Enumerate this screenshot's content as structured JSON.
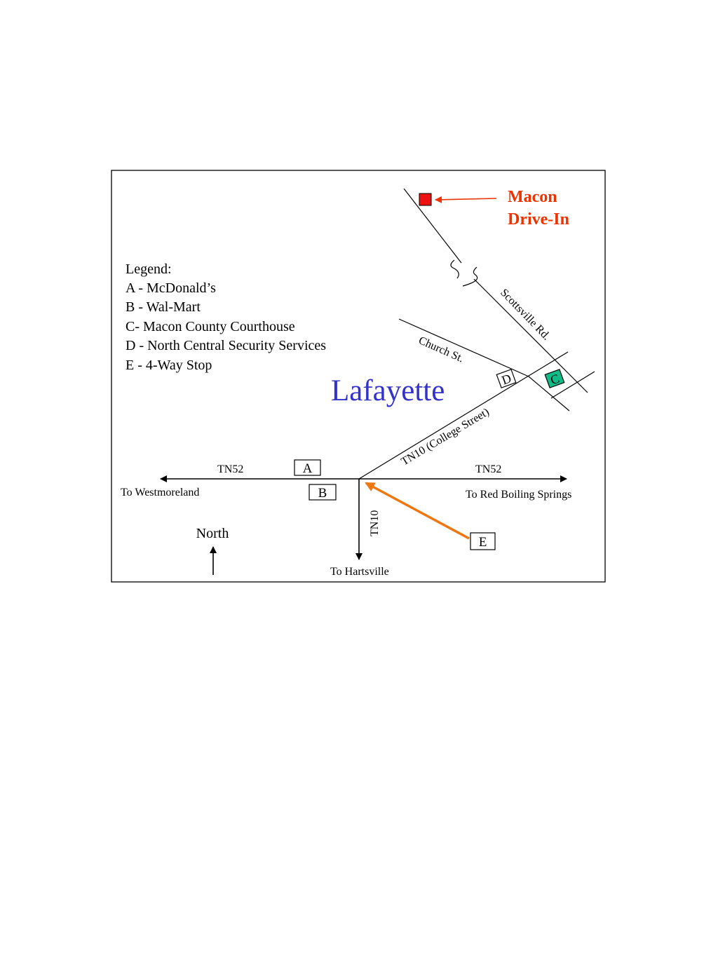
{
  "legend": {
    "heading": "Legend:",
    "items": [
      "A - McDonald’s",
      "B - Wal-Mart",
      "C- Macon County Courthouse",
      "D - North Central Security Services",
      "E - 4-Way Stop"
    ]
  },
  "town": "Lafayette",
  "destination": {
    "line1": "Macon",
    "line2": "Drive-In"
  },
  "roads": {
    "tn52_west": "TN52",
    "tn52_east": "TN52",
    "tn10_south": "TN10",
    "tn10_college": "TN10 (College Street)",
    "church": "Church St.",
    "scottsville": "Scottsville Rd."
  },
  "directions": {
    "west": "To Westmoreland",
    "east": "To Red Boiling Springs",
    "south": "To Hartsville"
  },
  "markers": {
    "a": "A",
    "b": "B",
    "c": "C",
    "d": "D",
    "e": "E"
  },
  "north": "North",
  "colors": {
    "destination": "#ee3300",
    "town": "#3333cc",
    "marker_c": "#11bb88",
    "drive_in_marker": "#ee1111",
    "stop_arrow": "#ee7711",
    "ink": "#000000"
  }
}
